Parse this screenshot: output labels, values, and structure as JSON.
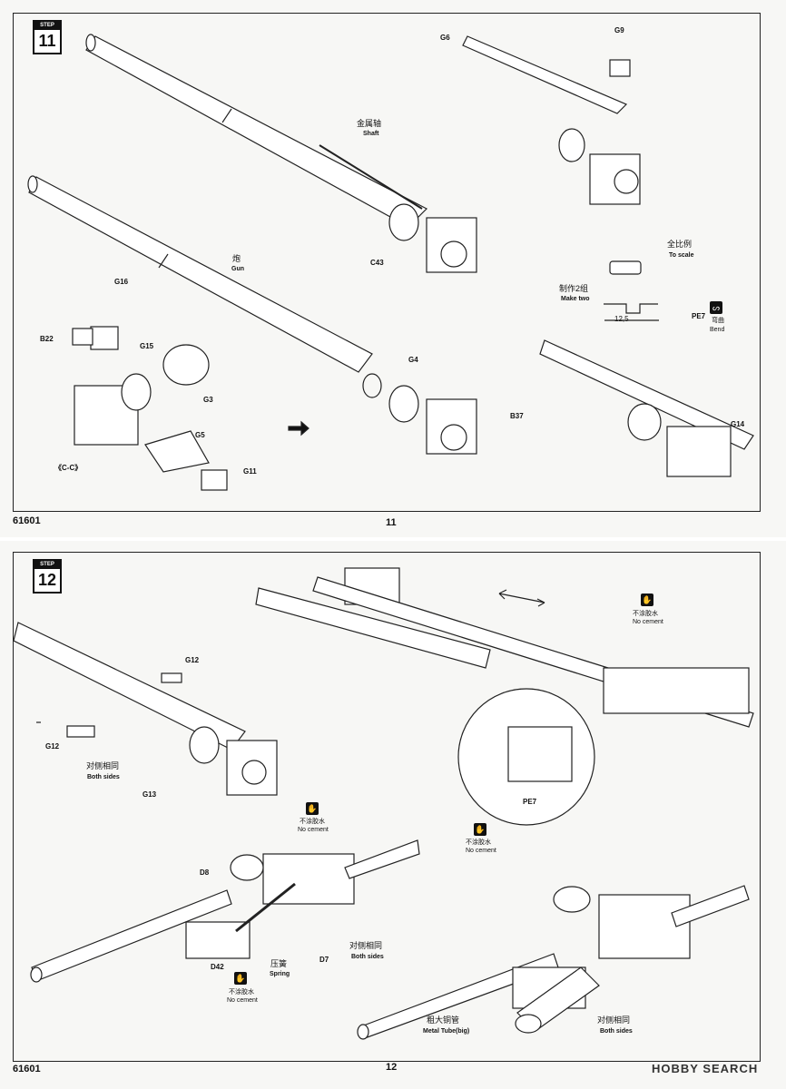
{
  "page11": {
    "step_label": "STEP",
    "step_number": "11",
    "product_code": "61601",
    "page_number": "11",
    "parts": {
      "g6": "G6",
      "g9": "G9",
      "c43": "C43",
      "g16": "G16",
      "b22": "B22",
      "g15": "G15",
      "g3": "G3",
      "g4": "G4",
      "g5": "G5",
      "g11": "G11",
      "b37": "B37",
      "pe7": "PE7",
      "g14": "G14",
      "cc": "《C-C》"
    },
    "notes": {
      "shaft_cn": "金属轴",
      "shaft_en": "Shaft",
      "gun_cn": "炮",
      "gun_en": "Gun",
      "scale_cn": "全比例",
      "scale_en": "To scale",
      "make_two_cn": "制作2组",
      "make_two_en": "Make two",
      "dimension": "12,5",
      "bend_cn": "弯曲",
      "bend_en": "Bend"
    }
  },
  "page12": {
    "step_label": "STEP",
    "step_number": "12",
    "product_code": "61601",
    "page_number": "12",
    "parts": {
      "g12a": "G12",
      "g12b": "G12",
      "g13": "G13",
      "pe7": "PE7",
      "d8": "D8",
      "d42": "D42",
      "d7": "D7"
    },
    "notes": {
      "no_cement_cn": "不涂胶水",
      "no_cement_en": "No cement",
      "both_sides_cn": "对侧相同",
      "both_sides_en": "Both sides",
      "spring_cn": "压簧",
      "spring_en": "Spring",
      "metal_tube_cn": "粗大铜管",
      "metal_tube_en": "Metal Tube(big)"
    }
  },
  "watermark": "HOBBY SEARCH"
}
